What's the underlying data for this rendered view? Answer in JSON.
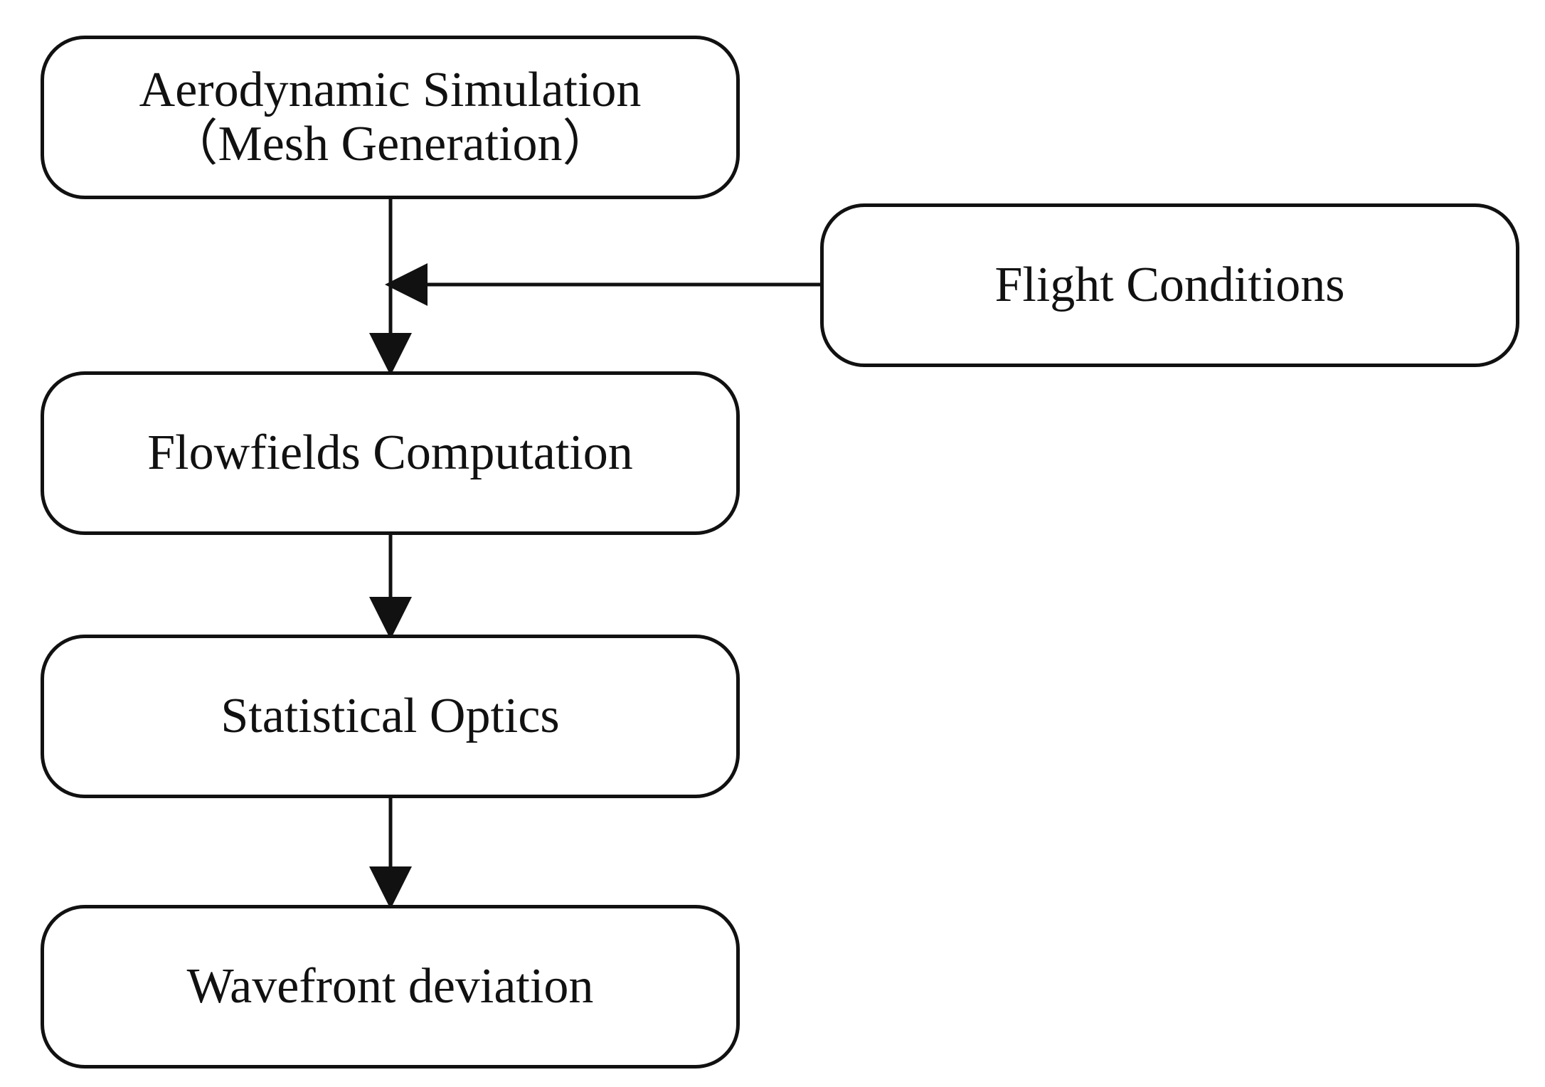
{
  "diagram": {
    "nodes": [
      {
        "id": "aerodynamic-simulation",
        "label": "Aerodynamic Simulation\n（Mesh Generation）"
      },
      {
        "id": "flight-conditions",
        "label": "Flight Conditions"
      },
      {
        "id": "flowfields-computation",
        "label": "Flowfields Computation"
      },
      {
        "id": "statistical-optics",
        "label": "Statistical Optics"
      },
      {
        "id": "wavefront-deviation",
        "label": "Wavefront deviation"
      }
    ],
    "edges": [
      {
        "from": "aerodynamic-simulation",
        "to": "flowfields-computation"
      },
      {
        "from": "flight-conditions",
        "to": "aerodynamic-simulation-to-flowfields-computation-edge"
      },
      {
        "from": "flowfields-computation",
        "to": "statistical-optics"
      },
      {
        "from": "statistical-optics",
        "to": "wavefront-deviation"
      }
    ],
    "colors": {
      "stroke": "#111111",
      "background": "#ffffff",
      "text": "#111111"
    }
  }
}
